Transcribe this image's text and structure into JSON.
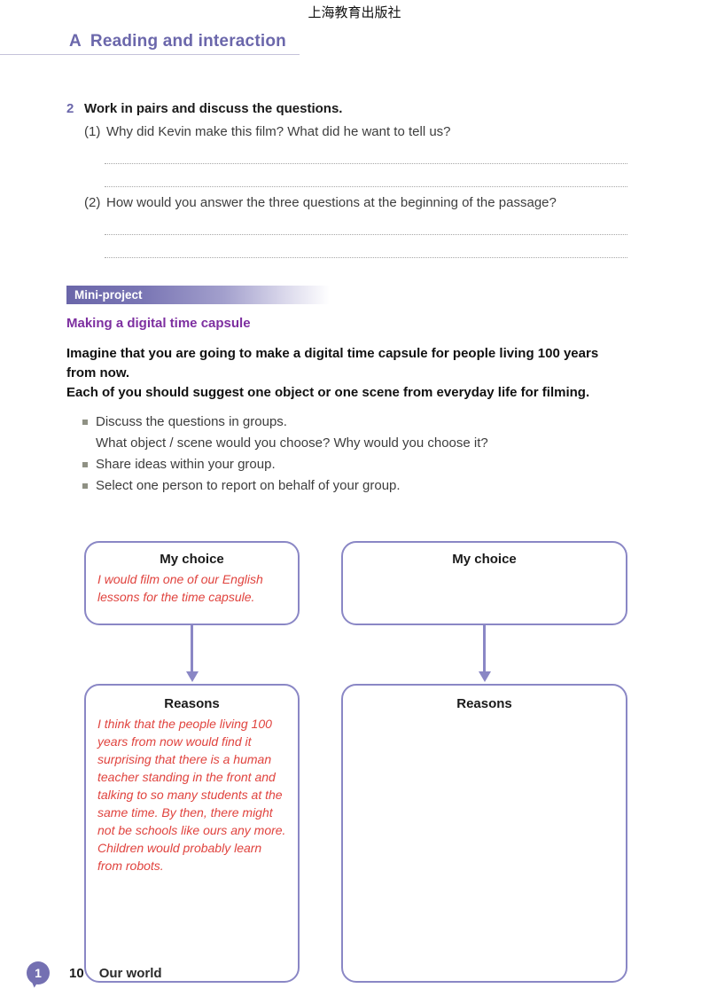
{
  "header": {
    "press_name": "上海教育出版社"
  },
  "section": {
    "letter": "A",
    "title": "Reading and interaction"
  },
  "activity": {
    "number": "2",
    "title": "Work in pairs and discuss the questions.",
    "questions": [
      {
        "label": "(1)",
        "text": "Why did Kevin make this film? What did he want to tell us?"
      },
      {
        "label": "(2)",
        "text": "How would you answer the three questions at the beginning of the passage?"
      }
    ]
  },
  "mini_project": {
    "banner_label": "Mini-project",
    "subtitle": "Making a digital time capsule",
    "intro_line1": "Imagine that you are going to make a digital time capsule for people living 100 years from now.",
    "intro_line2": "Each of you should suggest one object or one scene from everyday life for filming.",
    "bullets": [
      {
        "text": "Discuss the questions in groups.",
        "sub": "What object / scene would you choose? Why would you choose it?"
      },
      {
        "text": "Share ideas within your group."
      },
      {
        "text": "Select one person to report on behalf of your group."
      }
    ]
  },
  "diagram": {
    "columns": [
      {
        "choice_title": "My choice",
        "choice_answer": "I would film one of our English lessons for the time capsule.",
        "reasons_title": "Reasons",
        "reasons_answer": "I think that the people living 100 years from now would find it surprising that there is a human teacher standing in the front and talking to so many students at the same time. By then, there might not be schools like ours any more. Children would probably learn from robots."
      },
      {
        "choice_title": "My choice",
        "choice_answer": "",
        "reasons_title": "Reasons",
        "reasons_answer": ""
      }
    ]
  },
  "footer": {
    "unit_badge": "1",
    "page_number": "10",
    "unit_title": "Our world"
  },
  "colors": {
    "accent_purple": "#6b67ab",
    "subtitle_purple": "#7d2fa0",
    "box_border_purple": "#8a87c5",
    "handwriting_red": "#e0433e",
    "badge_purple": "#7470b2"
  }
}
